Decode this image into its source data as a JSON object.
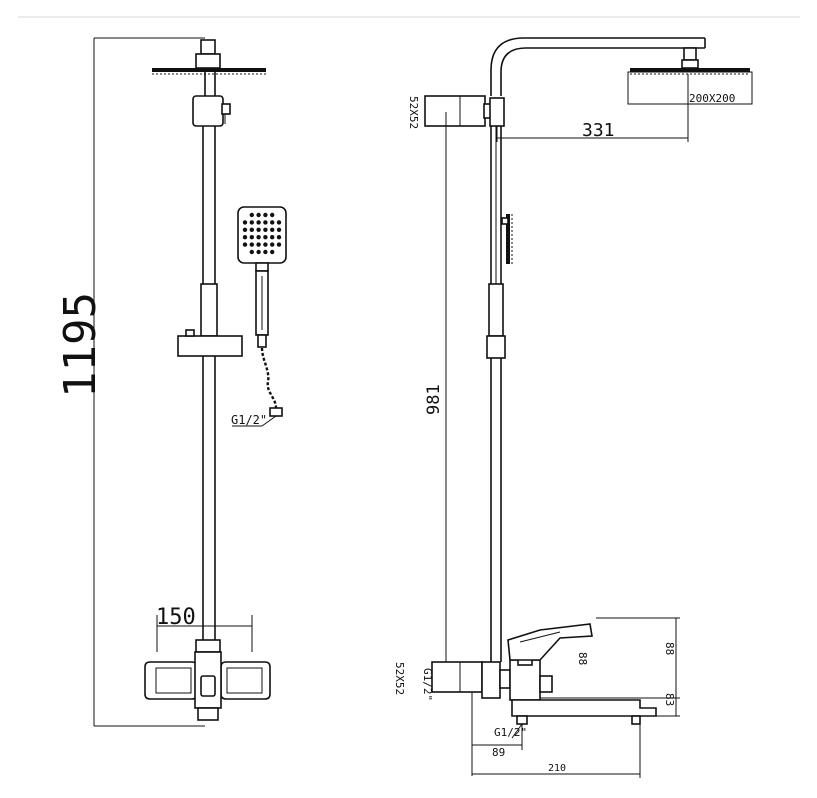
{
  "front_view": {
    "overall_height": "1195",
    "handle_width": "150",
    "hose_thread": "G1/2\""
  },
  "side_view": {
    "head_size": "200X200",
    "diverter_size": "52X52",
    "arm_reach": "331",
    "bar_height": "981",
    "valve_size": "52X52",
    "inlet_thread_left": "G1/2\"",
    "inlet_thread_bottom": "G1/2\"",
    "valve_height_a": "88",
    "valve_height_b": "88",
    "spout_height": "83",
    "inlet_offset": "89",
    "spout_length": "210"
  },
  "colors": {
    "line": "#111111",
    "background": "#ffffff"
  }
}
